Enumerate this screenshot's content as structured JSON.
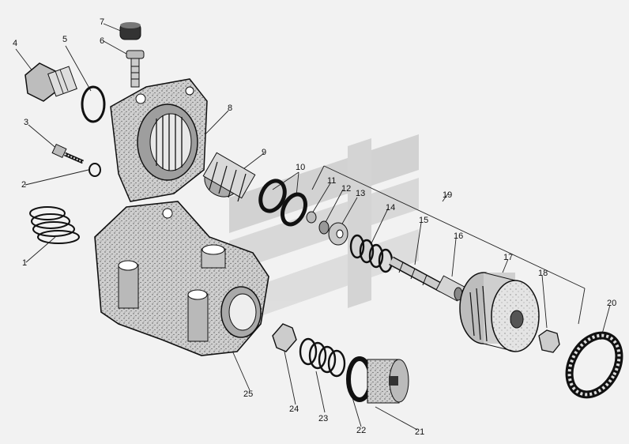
{
  "parts": [
    {
      "id": "p1",
      "label": "1",
      "name": "spring"
    },
    {
      "id": "p2",
      "label": "2",
      "name": "snap-ring"
    },
    {
      "id": "p3",
      "label": "3",
      "name": "bolt"
    },
    {
      "id": "p4",
      "label": "4",
      "name": "plug"
    },
    {
      "id": "p5",
      "label": "5",
      "name": "o-ring"
    },
    {
      "id": "p6",
      "label": "6",
      "name": "valve-stem"
    },
    {
      "id": "p7",
      "label": "7",
      "name": "cap"
    },
    {
      "id": "p8",
      "label": "8",
      "name": "cover-flange"
    },
    {
      "id": "p9",
      "label": "9",
      "name": "bushing"
    },
    {
      "id": "p10",
      "label": "10",
      "name": "bearing-rings"
    },
    {
      "id": "p11",
      "label": "11",
      "name": "nut-small"
    },
    {
      "id": "p12",
      "label": "12",
      "name": "washer"
    },
    {
      "id": "p13",
      "label": "13",
      "name": "ring"
    },
    {
      "id": "p14",
      "label": "14",
      "name": "spring-small"
    },
    {
      "id": "p15",
      "label": "15",
      "name": "plunger"
    },
    {
      "id": "p16",
      "label": "16",
      "name": "sleeve"
    },
    {
      "id": "p17",
      "label": "17",
      "name": "rotor"
    },
    {
      "id": "p18",
      "label": "18",
      "name": "nut"
    },
    {
      "id": "p19",
      "label": "19",
      "name": "assembly-group"
    },
    {
      "id": "p20",
      "label": "20",
      "name": "ring-large"
    },
    {
      "id": "p21",
      "label": "21",
      "name": "threaded-plug"
    },
    {
      "id": "p22",
      "label": "22",
      "name": "seal"
    },
    {
      "id": "p23",
      "label": "23",
      "name": "spring-medium"
    },
    {
      "id": "p24",
      "label": "24",
      "name": "lock-washer"
    },
    {
      "id": "p25",
      "label": "25",
      "name": "housing"
    }
  ]
}
